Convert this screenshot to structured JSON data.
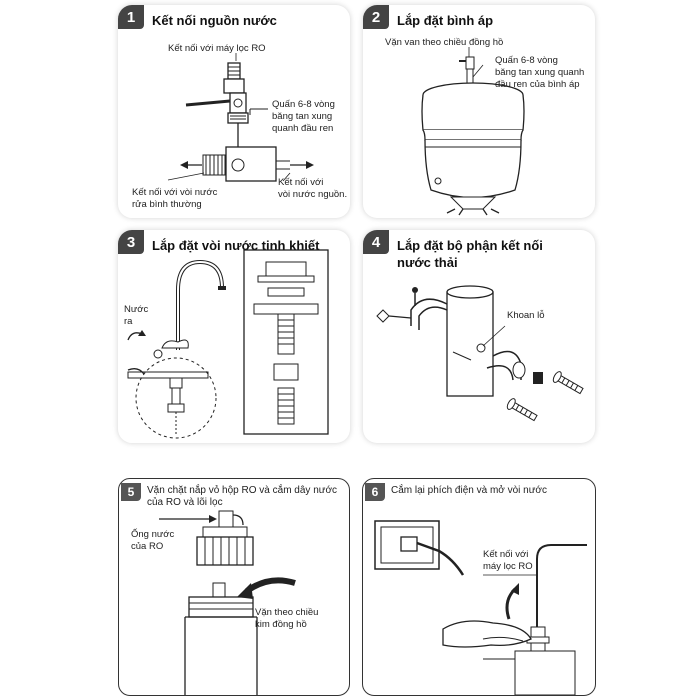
{
  "steps": [
    {
      "number": "1",
      "title": "Kết nối nguồn nước",
      "labels": {
        "ro_connect": "Kết nối với máy lọc RO",
        "tape_line1": "Quấn 6-8 vòng",
        "tape_line2": "băng tan xung",
        "tape_line3": "quanh đầu ren",
        "faucet_line1": "Kết nối với vòi nước",
        "faucet_line2": "rửa bình thường",
        "source_line1": "Kết nối với",
        "source_line2": "vòi nước nguồn."
      }
    },
    {
      "number": "2",
      "title": "Lắp đặt bình áp",
      "labels": {
        "valve": "Vặn van theo chiều đồng hồ",
        "tape_line1": "Quấn 6-8 vòng",
        "tape_line2": "băng tan xung quanh",
        "tape_line3": "đầu ren của bình áp"
      }
    },
    {
      "number": "3",
      "title": "Lắp đặt vòi nước tinh khiết",
      "labels": {
        "water_line1": "Nước",
        "water_line2": "ra"
      }
    },
    {
      "number": "4",
      "title_line1": "Lắp đặt bộ phận kết nối",
      "title_line2": "nước thải",
      "labels": {
        "drill": "Khoan lỗ"
      }
    },
    {
      "number": "5",
      "title_line1": "Vặn chặt nắp vỏ hộp RO và cắm dây nước",
      "title_line2": "của RO và lõi lọc",
      "labels": {
        "pipe_line1": "Ống nước",
        "pipe_line2": "của RO",
        "turn_line1": "Vặn theo chiều",
        "turn_line2": "kim đồng hồ"
      }
    },
    {
      "number": "6",
      "title": "Cắm lại phích điện và mở vòi nước",
      "labels": {
        "connect_line1": "Kết nối với",
        "connect_line2": "máy lọc RO"
      }
    }
  ]
}
